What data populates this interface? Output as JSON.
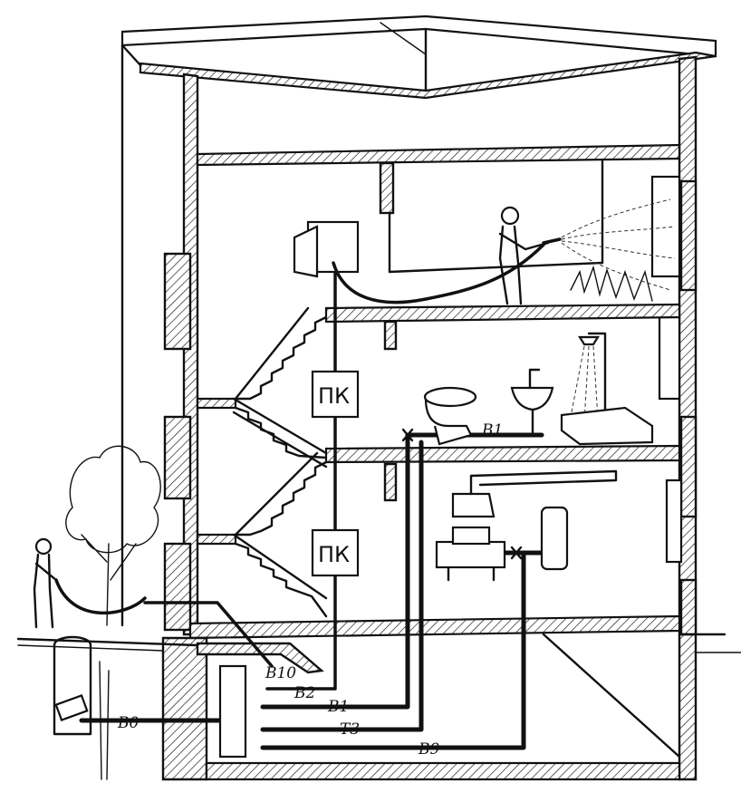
{
  "diagram": {
    "fire_cabinet_label_upper": "ПК",
    "fire_cabinet_label_lower": "ПК",
    "pipe_labels": {
      "b10": "В10",
      "b2": "В2",
      "b1_basement": "В1",
      "b0": "В0",
      "t3": "Т3",
      "b9": "В9",
      "b1_floor": "В1"
    },
    "colors": {
      "ink": "#111111",
      "paper": "#ffffff"
    },
    "icons": [
      "firefighter-icon",
      "gardener-icon",
      "tree-icon",
      "toilet-icon",
      "washbasin-icon",
      "shower-icon",
      "bathtub-icon",
      "fume-hood-icon",
      "water-heater-icon",
      "machine-icon",
      "water-meter-icon"
    ]
  }
}
